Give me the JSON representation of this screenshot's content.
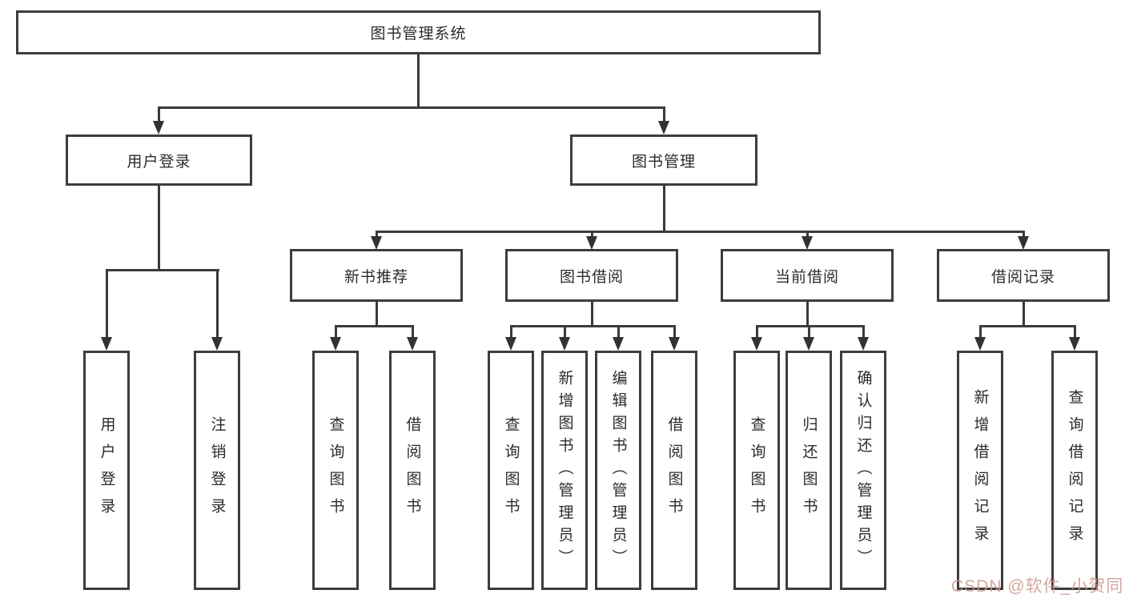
{
  "diagram": {
    "root": "图书管理系统",
    "user_login": {
      "label": "用户登录",
      "children": {
        "login": "用户登录",
        "logout": "注销登录"
      }
    },
    "book_mgmt": {
      "label": "图书管理",
      "new_book_rec": {
        "label": "新书推荐",
        "children": {
          "query": "查询图书",
          "borrow": "借阅图书"
        }
      },
      "book_borrow": {
        "label": "图书借阅",
        "children": {
          "query": "查询图书",
          "add": "新增图书（管理员）",
          "edit": "编辑图书（管理员）",
          "borrow": "借阅图书"
        }
      },
      "current_borrow": {
        "label": "当前借阅",
        "children": {
          "query": "查询图书",
          "return": "归还图书",
          "confirm": "确认归还（管理员）"
        }
      },
      "borrow_records": {
        "label": "借阅记录",
        "children": {
          "add": "新增借阅记录",
          "query": "查询借阅记录"
        }
      }
    }
  },
  "watermark": "CSDN @软件_小贺同学",
  "colors": {
    "line": "#3b3b3b",
    "box_border": "#3d3d3d",
    "text": "#2b2b2b",
    "watermark": "#cd968c",
    "background": "#ffffff"
  }
}
